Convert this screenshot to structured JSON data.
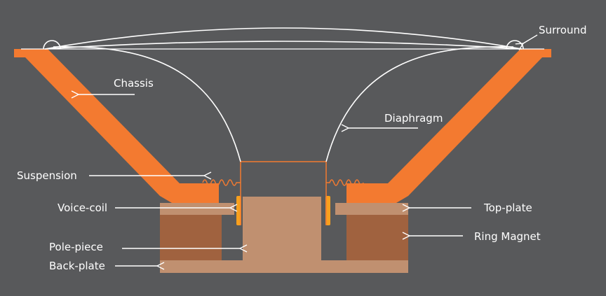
{
  "colors": {
    "background": "#58595b",
    "chassis": "#f37a30",
    "cone_line": "#ffffff",
    "magnet": "#a0623f",
    "plates": "#c09070",
    "voice_coil": "#f7a01e",
    "label_text": "#ffffff"
  },
  "labels": {
    "surround": "Surround",
    "chassis": "Chassis",
    "diaphragm": "Diaphragm",
    "suspension": "Suspension",
    "voice_coil": "Voice-coil",
    "top_plate": "Top-plate",
    "ring_magnet": "Ring Magnet",
    "pole_piece": "Pole-piece",
    "back_plate": "Back-plate"
  }
}
